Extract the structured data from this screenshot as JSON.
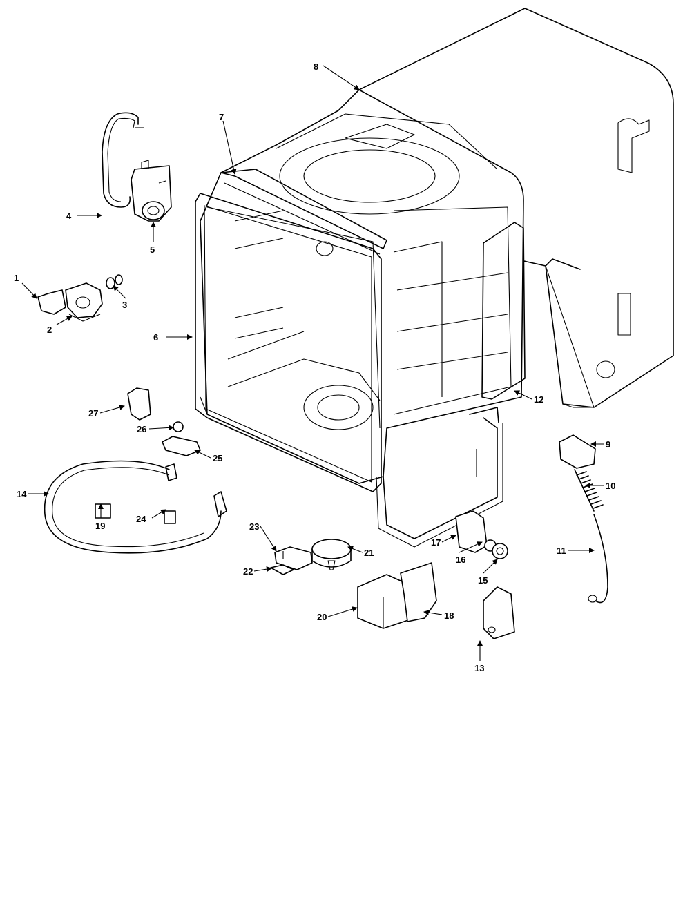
{
  "callouts": [
    "1",
    "2",
    "3",
    "4",
    "5",
    "6",
    "7",
    "8",
    "9",
    "10",
    "11",
    "12",
    "13",
    "14",
    "15",
    "16",
    "17",
    "18",
    "19",
    "20",
    "21",
    "22",
    "23",
    "24",
    "25",
    "26",
    "27"
  ]
}
